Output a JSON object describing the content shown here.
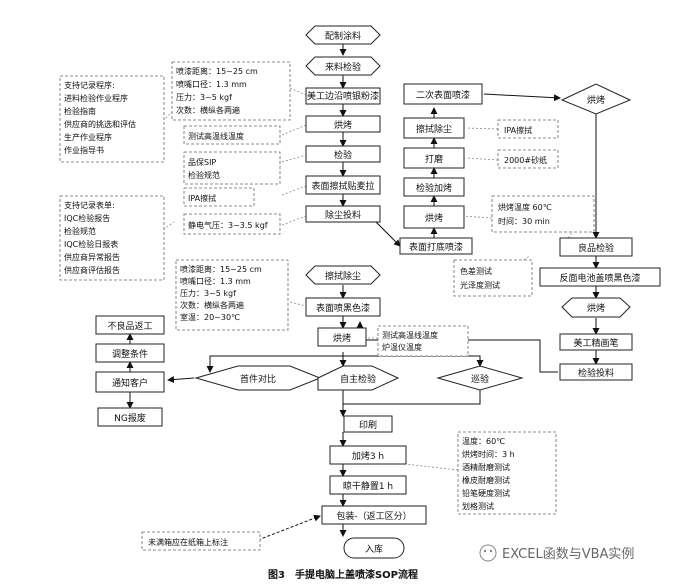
{
  "nodes": {
    "prepare_paint": "配制涂料",
    "incoming_inspection": "来料检验",
    "edge_spray_silver": "美工边沿喷银粉漆",
    "bake_1": "烘烤",
    "inspect_1": "检验",
    "surface_wipe_tape": "表面擦拭贴麦拉",
    "dust_removal_loading": "除尘投料",
    "surface_primer_spray": "表面打底喷漆",
    "bake_2": "烘烤",
    "inspect_add": "检验加烤",
    "polish": "打磨",
    "wipe_dust_1": "擦拭除尘",
    "second_surface_spray": "二次表面喷漆",
    "bake_top_right": "烘烤",
    "good_inspection": "良品检验",
    "reverse_battery_black": "反面电池盖喷黑色漆",
    "bake_right": "烘烤",
    "gold_pen": "美工精画笔",
    "inspect_feed": "检验投料",
    "wipe_dust_2": "擦拭除尘",
    "surface_black_spray": "表面喷黑色漆",
    "bake_3": "烘烤",
    "first_article": "首件对比",
    "self_inspection": "自主检验",
    "patrol_inspection": "巡验",
    "ng_report": "NG报废",
    "notify_customer": "通知客户",
    "adjust_conditions": "调整条件",
    "defect_return": "不良品返工",
    "print": "印刷",
    "bake_3h": "加烤3 h",
    "dry_rest": "晾干静置1 h",
    "packing": "包装-（返工区分）",
    "storage": "入库"
  },
  "notes": {
    "records": [
      "支持记录程序:",
      "进料检验作业程序",
      "检验指南",
      "供应商的挑选和评估",
      "生产作业程序",
      "作业指导书"
    ],
    "forms": [
      "支持记录表单:",
      "IQC检验报告",
      "检验规范",
      "IQC检验日报表",
      "供应商异常报告",
      "供应商评估报告"
    ],
    "spray_params_1": [
      "喷漆距离：15~25 cm",
      "喷嘴口径：1.3 mm",
      "压力：3~5 kgf",
      "次数：横纵各两遍"
    ],
    "temp_test": "测试高温线温度",
    "sip": [
      "品保SIP",
      "检验规范"
    ],
    "ipa_wipe_1": "IPA擦拭",
    "static_voltage": "静电气压：3~3.5 kgf",
    "ipa_wipe_2": "IPA擦拭",
    "sandpaper": "2000#砂纸",
    "bake_params": [
      "烘烤温度 60℃",
      "时间：30 min"
    ],
    "color_gloss": [
      "色差测试",
      "光泽度测试"
    ],
    "spray_params_2": [
      "喷漆距离：15~25 cm",
      "喷嘴口径：1.3 mm",
      "压力：3~5 kgf",
      "次数：横纵各两遍",
      "室温：20~30℃"
    ],
    "oven_temp": [
      "测试高温线温度",
      "炉温仪温度"
    ],
    "final_tests": [
      "温度：60℃",
      "烘烤时间：3 h",
      "酒精耐磨测试",
      "橡皮耐磨测试",
      "铅笔硬度测试",
      "划格测试"
    ],
    "box_label": "未满箱应在纸箱上标注"
  },
  "caption": "图3　手提电脑上盖喷漆SOP流程",
  "watermark": "EXCEL函数与VBA实例"
}
